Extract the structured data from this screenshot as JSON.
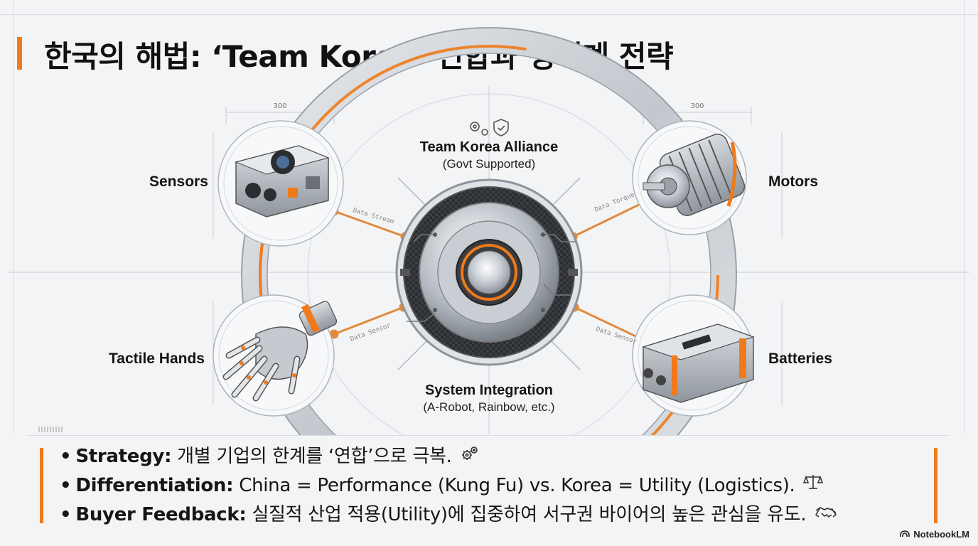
{
  "title": "한국의 해법: ‘Team Korea’ 연합과 생태계 전략",
  "center_top": {
    "main": "Team Korea Alliance",
    "sub": "(Govt Supported)"
  },
  "center_bottom": {
    "main": "System Integration",
    "sub": "(A-Robot, Rainbow, etc.)"
  },
  "nodes": {
    "sensors": "Sensors",
    "motors": "Motors",
    "hands": "Tactile Hands",
    "batteries": "Batteries"
  },
  "dimensions": {
    "left": "300",
    "right": "300"
  },
  "bullets": [
    {
      "key": "Strategy:",
      "text": " 개별 기업의 한계를 ‘연합’으로 극복.",
      "icon": "gears-icon"
    },
    {
      "key": "Differentiation:",
      "text": " China = Performance (Kung Fu) vs. Korea = Utility (Logistics).",
      "icon": "scales-icon"
    },
    {
      "key": "Buyer Feedback:",
      "text": " 실질적 산업 적용(Utility)에 집중하여 서구권 바이어의 높은 관심을 유도.",
      "icon": "handshake-icon"
    }
  ],
  "brand": "NotebookLM",
  "colors": {
    "accent": "#f07a1a",
    "metal": "#b9bec6",
    "dark": "#2a2c30"
  }
}
